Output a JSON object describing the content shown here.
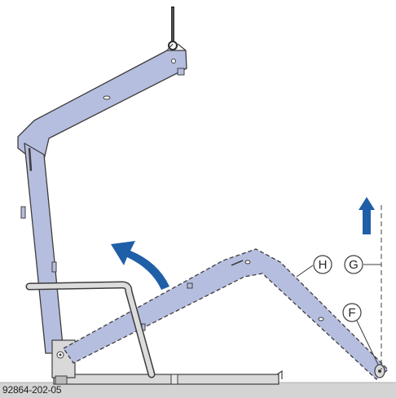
{
  "figure": {
    "document_number": "92864-202-05",
    "callouts": {
      "h": "H",
      "g": "G",
      "f": "F"
    },
    "colors": {
      "part_fill": "#b6bedf",
      "part_outline": "#3d3d3d",
      "arrow_blue": "#1f5fa8",
      "floor": "#d4d4d4",
      "base_fill": "#d9d9d9"
    },
    "icons": [
      "rotate-arrow-icon",
      "up-arrow-icon",
      "hook-icon"
    ]
  }
}
